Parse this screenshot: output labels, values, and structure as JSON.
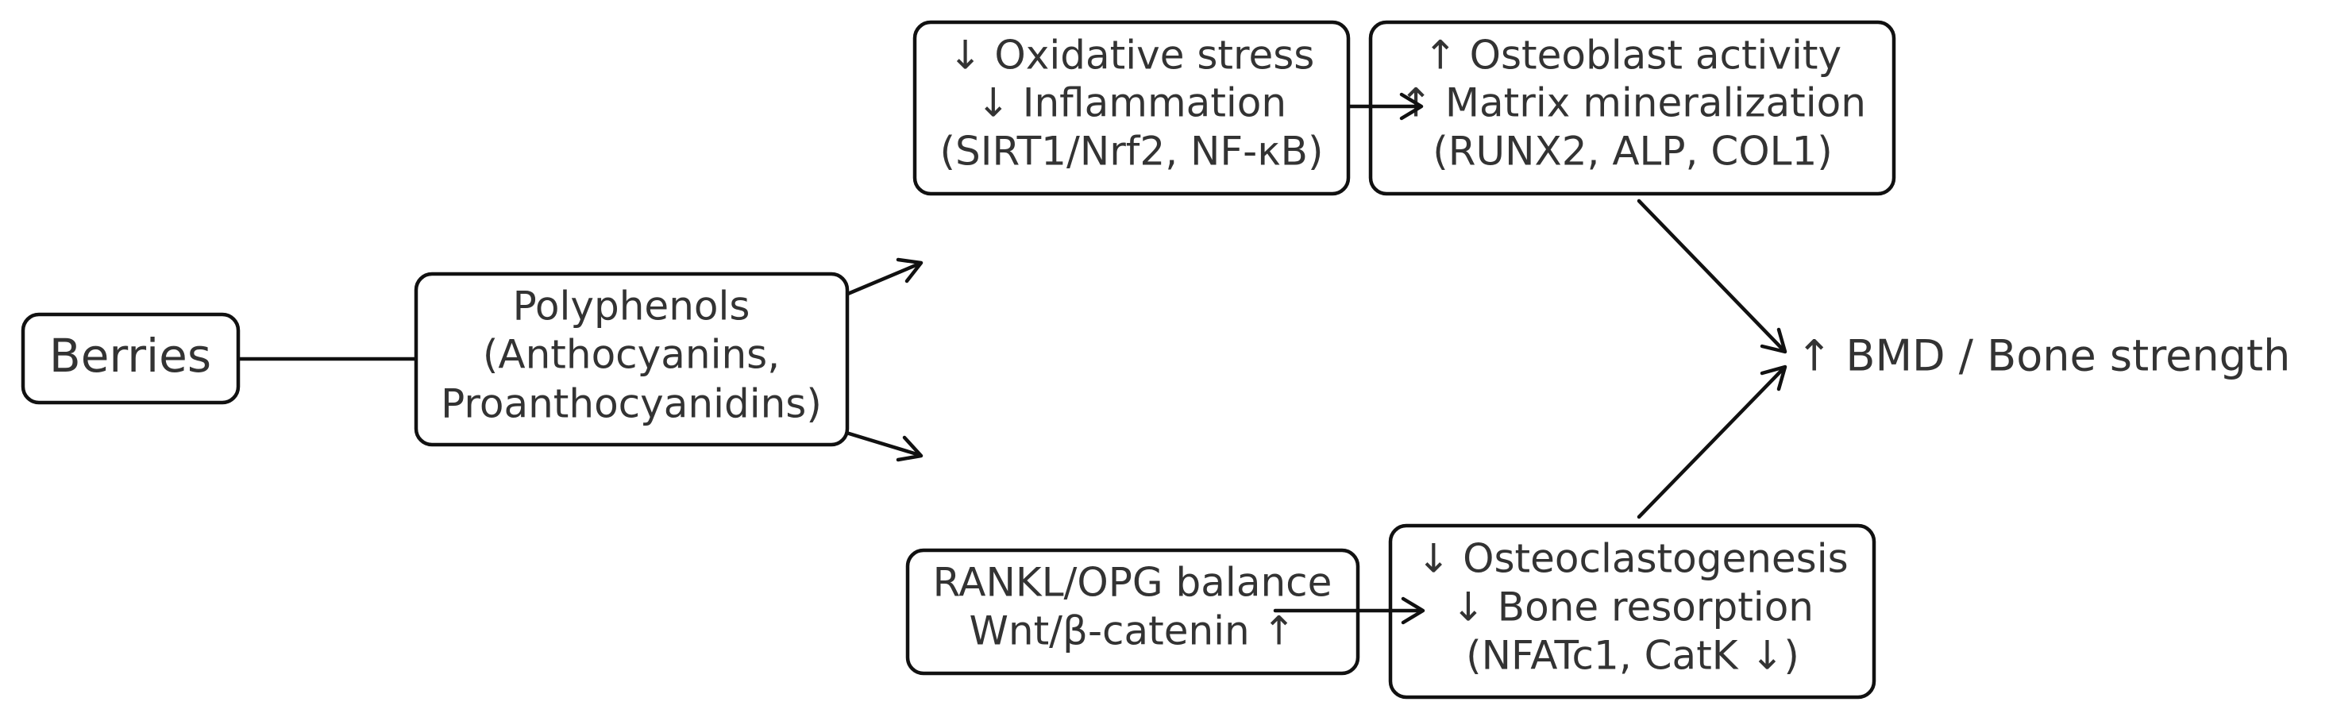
{
  "nodes": {
    "berries": {
      "lines": [
        "Berries"
      ]
    },
    "polyphenols": {
      "lines": [
        "Polyphenols",
        "(Anthocyanins,",
        "Proanthocyanidins)"
      ]
    },
    "antioxidant": {
      "lines": [
        "↓ Oxidative stress",
        "↓ Inflammation",
        "(SIRT1/Nrf2, NF-κB)"
      ]
    },
    "osteoblast": {
      "lines": [
        "↑ Osteoblast activity",
        "↑ Matrix mineralization",
        "(RUNX2, ALP, COL1)"
      ]
    },
    "signaling": {
      "lines": [
        "RANKL/OPG balance",
        "Wnt/β-catenin ↑"
      ]
    },
    "osteoclast": {
      "lines": [
        "↓ Osteoclastogenesis",
        "↓ Bone resorption",
        "(NFATc1, CatK ↓)"
      ]
    },
    "outcome": {
      "lines": [
        "↑ BMD / Bone strength"
      ]
    }
  }
}
